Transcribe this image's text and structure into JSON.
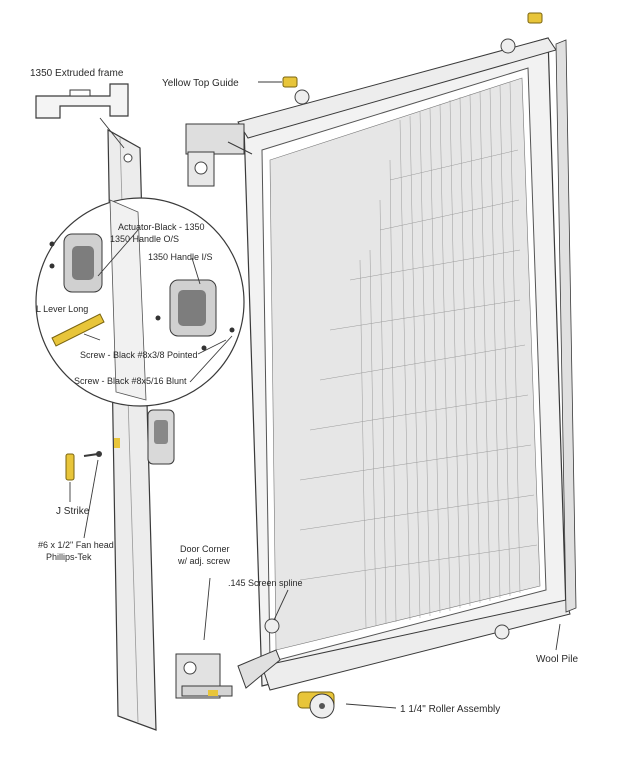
{
  "labels": {
    "extruded_frame": "1350 Extruded frame",
    "yellow_top_guide": "Yellow Top Guide",
    "actuator": "Actuator-Black - 1350",
    "handle_ovs": "1350 Handle O/S",
    "handle_is": "1350 Handle I/S",
    "lever": "L Lever Long",
    "screw_pointed": "Screw - Black #8x3/8 Pointed",
    "screw_blunt": "Screw - Black #8x5/16 Blunt",
    "j_strike": "J Strike",
    "fan_head_line1": "#6 x 1/2\" Fan head",
    "fan_head_line2": "Phillips-Tek",
    "door_corner_line1": "Door Corner",
    "door_corner_line2": "w/ adj. screw",
    "screen_spline": ".145 Screen spline",
    "wool_pile": "Wool Pile",
    "roller_assembly": "1 1/4\" Roller Assembly"
  },
  "icons": {
    "frame_profile": "extrusion-profile-icon",
    "top_guide": "top-guide-icon",
    "handle": "handle-icon",
    "lever": "lever-icon",
    "roller": "roller-icon",
    "corner": "door-corner-icon"
  },
  "colors": {
    "line": "#3a3a3a",
    "frame_fill": "#e9e9e9",
    "screen_fill": "#d8d8d8",
    "yellow": "#e8c53a"
  }
}
